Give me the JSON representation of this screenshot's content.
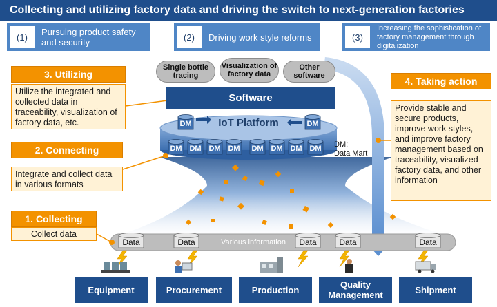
{
  "title": "Collecting and utilizing factory data and driving the switch to next-generation factories",
  "goals": [
    {
      "num": "(1)",
      "text": "Pursuing product safety and security"
    },
    {
      "num": "(2)",
      "text": "Driving work style reforms"
    },
    {
      "num": "(3)",
      "text": "Increasing the sophistication of factory management through digitalization"
    }
  ],
  "steps": {
    "utilizing": {
      "title": "3. Utilizing",
      "text": "Utilize the integrated and collected data in traceability, visualization of factory data, etc."
    },
    "connecting": {
      "title": "2. Connecting",
      "text": "Integrate and collect data in various formats"
    },
    "collecting": {
      "title": "1. Collecting",
      "text": "Collect data"
    },
    "action": {
      "title": "4. Taking action",
      "text": "Provide stable and secure products, improve work styles, and improve factory management based on traceability, visualized factory data, and other information"
    }
  },
  "apps": [
    "Single bottle tracing",
    "Visualization of factory data",
    "Other software"
  ],
  "software_label": "Software",
  "platform_label": "IoT Platform",
  "dm_label": "DM",
  "dm_legend": "DM:\nData Mart",
  "data_label": "Data",
  "various_info": "Various information",
  "sources": [
    "Equipment",
    "Procurement",
    "Production",
    "Quality Management",
    "Shipment"
  ],
  "colors": {
    "navy": "#1f4e8c",
    "blue": "#4f86c6",
    "orange": "#f39200",
    "cream": "#fff2d6",
    "gray": "#bdbdbd"
  }
}
